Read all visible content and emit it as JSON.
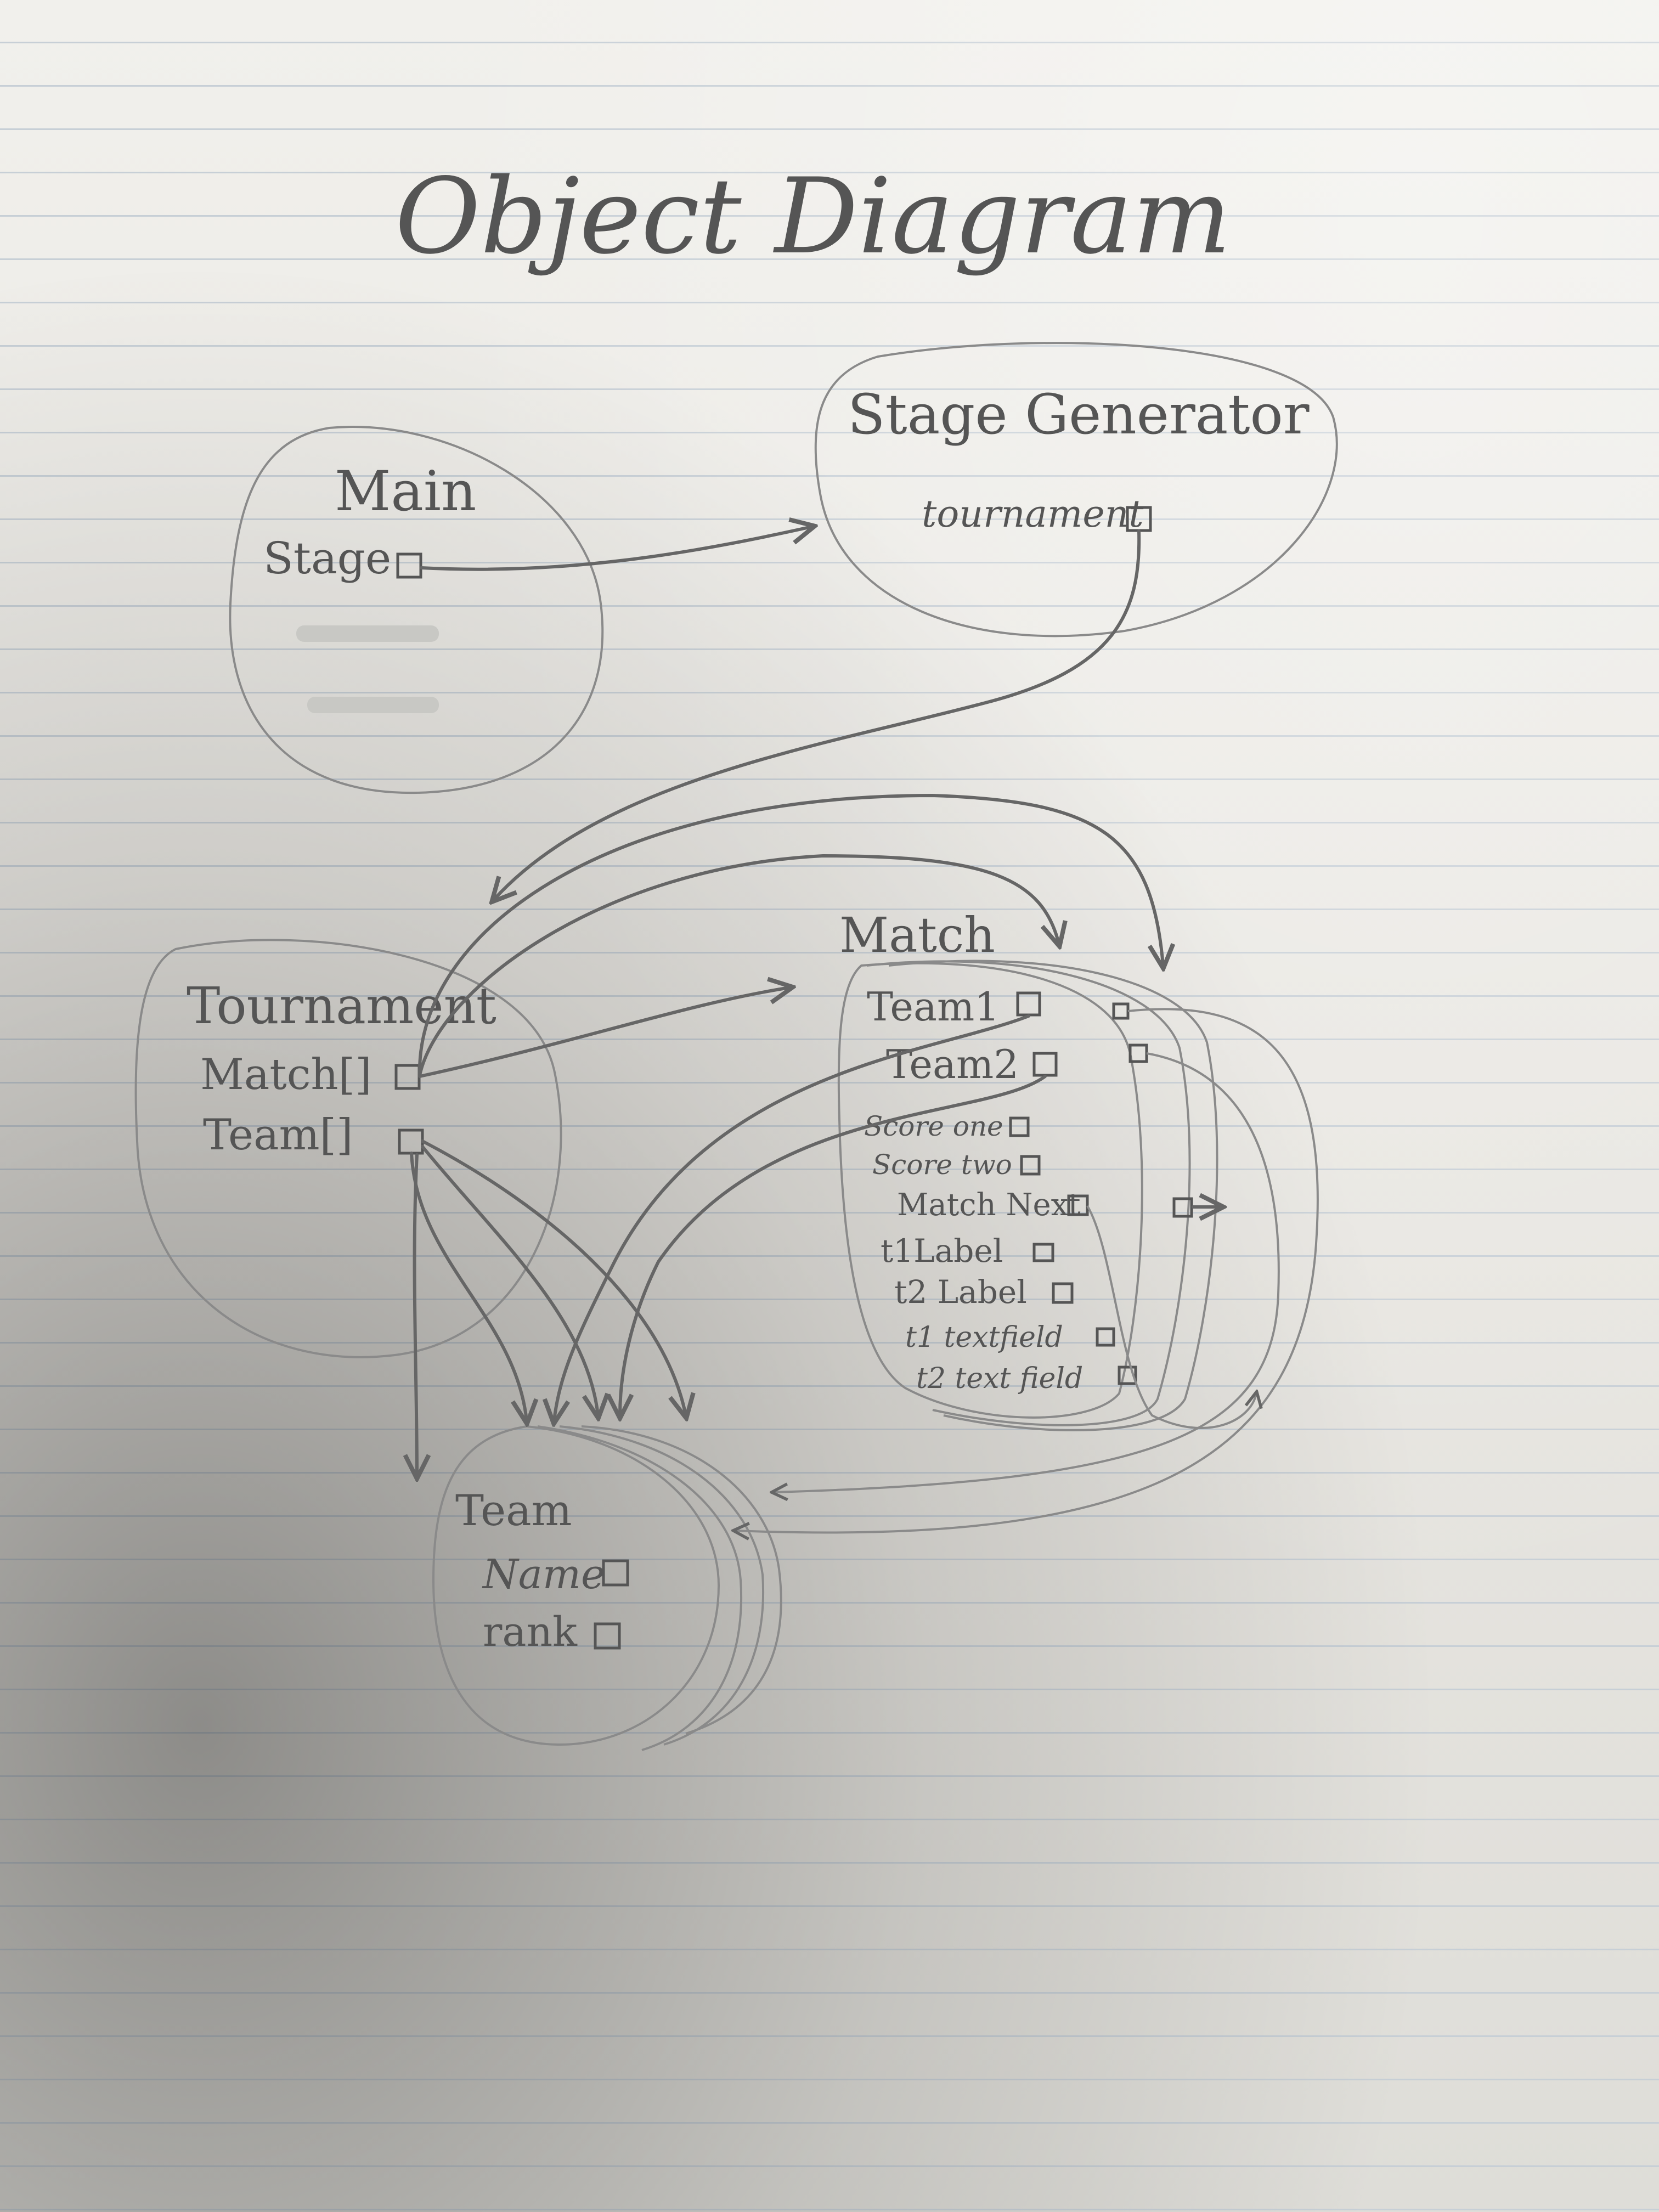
{
  "title": "Object Diagram",
  "objects": {
    "main": {
      "name": "Main",
      "fields": [
        "Stage"
      ]
    },
    "stage_generator": {
      "name": "Stage Generator",
      "fields": [
        "tournament"
      ]
    },
    "tournament": {
      "name": "Tournament",
      "fields": [
        "Match[]",
        "Team[]"
      ]
    },
    "match": {
      "name": "Match",
      "fields": [
        "Team1",
        "Team2",
        "Score one",
        "Score two",
        "Match Next",
        "t1Label",
        "t2 Label",
        "t1 textfield",
        "t2 text field"
      ]
    },
    "team": {
      "name": "Team",
      "fields": [
        "Name",
        "rank"
      ]
    }
  }
}
